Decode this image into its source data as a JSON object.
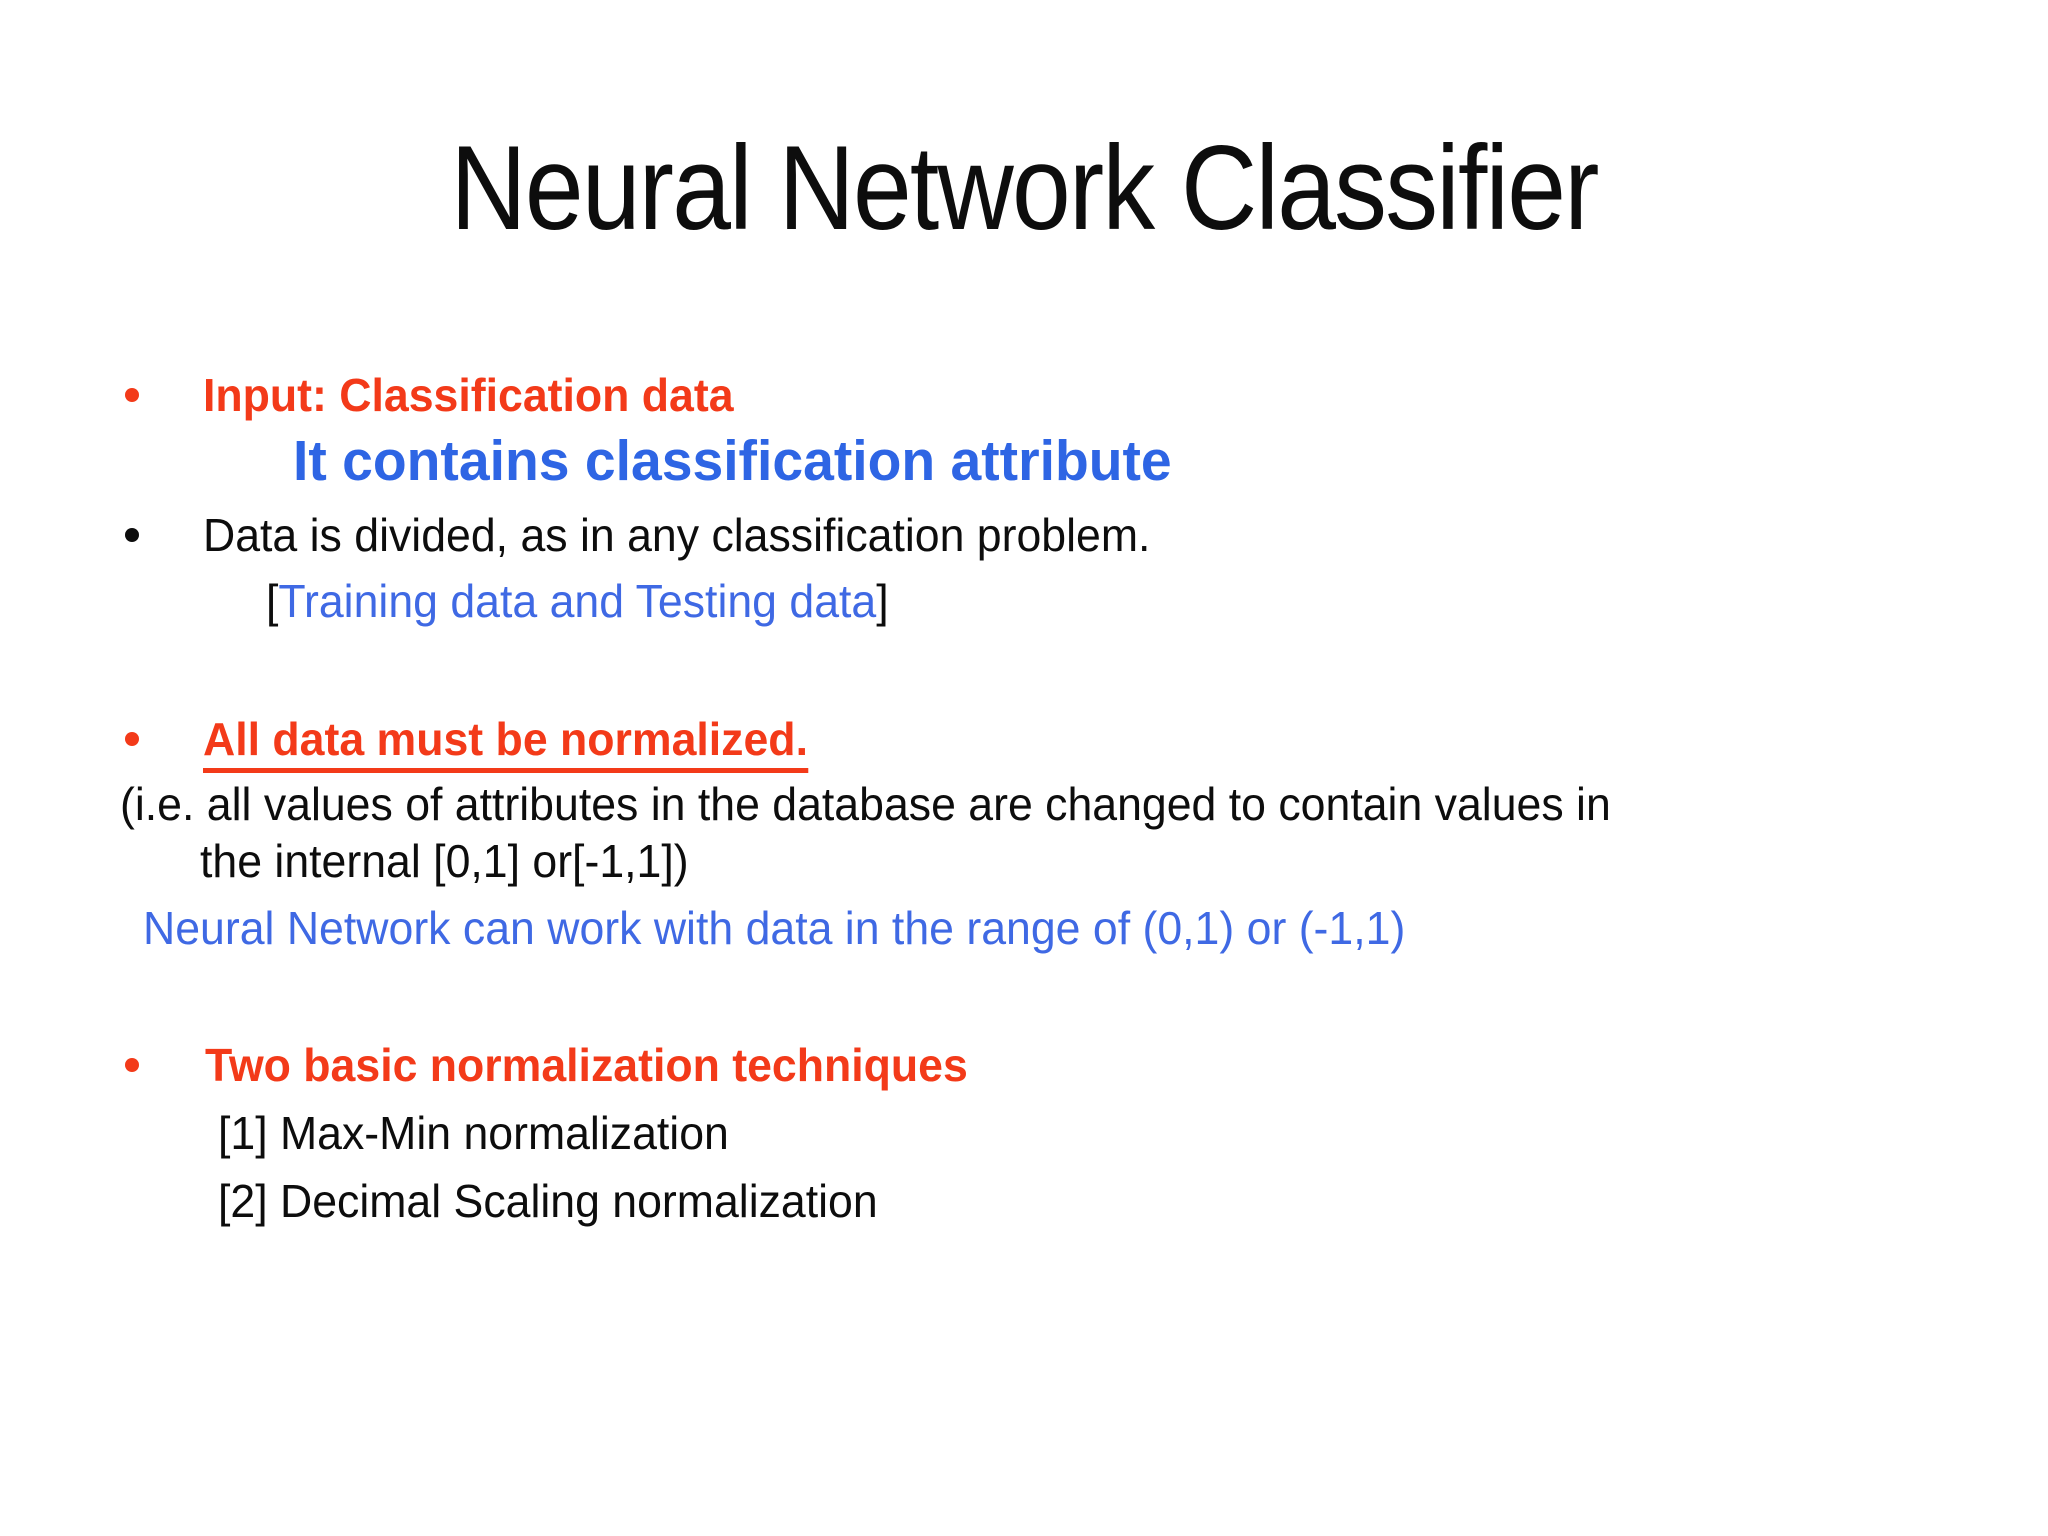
{
  "slide": {
    "title": "Neural Network Classifier",
    "colors": {
      "background": "#ffffff",
      "red_accent": "#f33a19",
      "blue_bold": "#2e65e4",
      "blue_regular": "#3f69e4",
      "text_black": "#0d0d0d"
    },
    "lines": {
      "input_heading": "Input: Classification data",
      "contains_attribute": "It contains classification attribute",
      "data_divided": "Data is divided, as in any classification problem.",
      "training_open_bracket": "[",
      "training_inner": "Training data and Testing data",
      "training_close_bracket": "]",
      "normalized_heading": "All data must be normalized.",
      "ie_values_line1": "(i.e. all values of attributes in the database are changed to contain values in",
      "ie_values_line2": "the internal [0,1] or[-1,1])",
      "nn_range": "Neural Network can work with data in the range of (0,1) or (-1,1)",
      "two_techniques_heading": "Two basic normalization techniques",
      "technique_1": "[1] Max-Min normalization",
      "technique_2": "[2] Decimal Scaling normalization"
    }
  }
}
